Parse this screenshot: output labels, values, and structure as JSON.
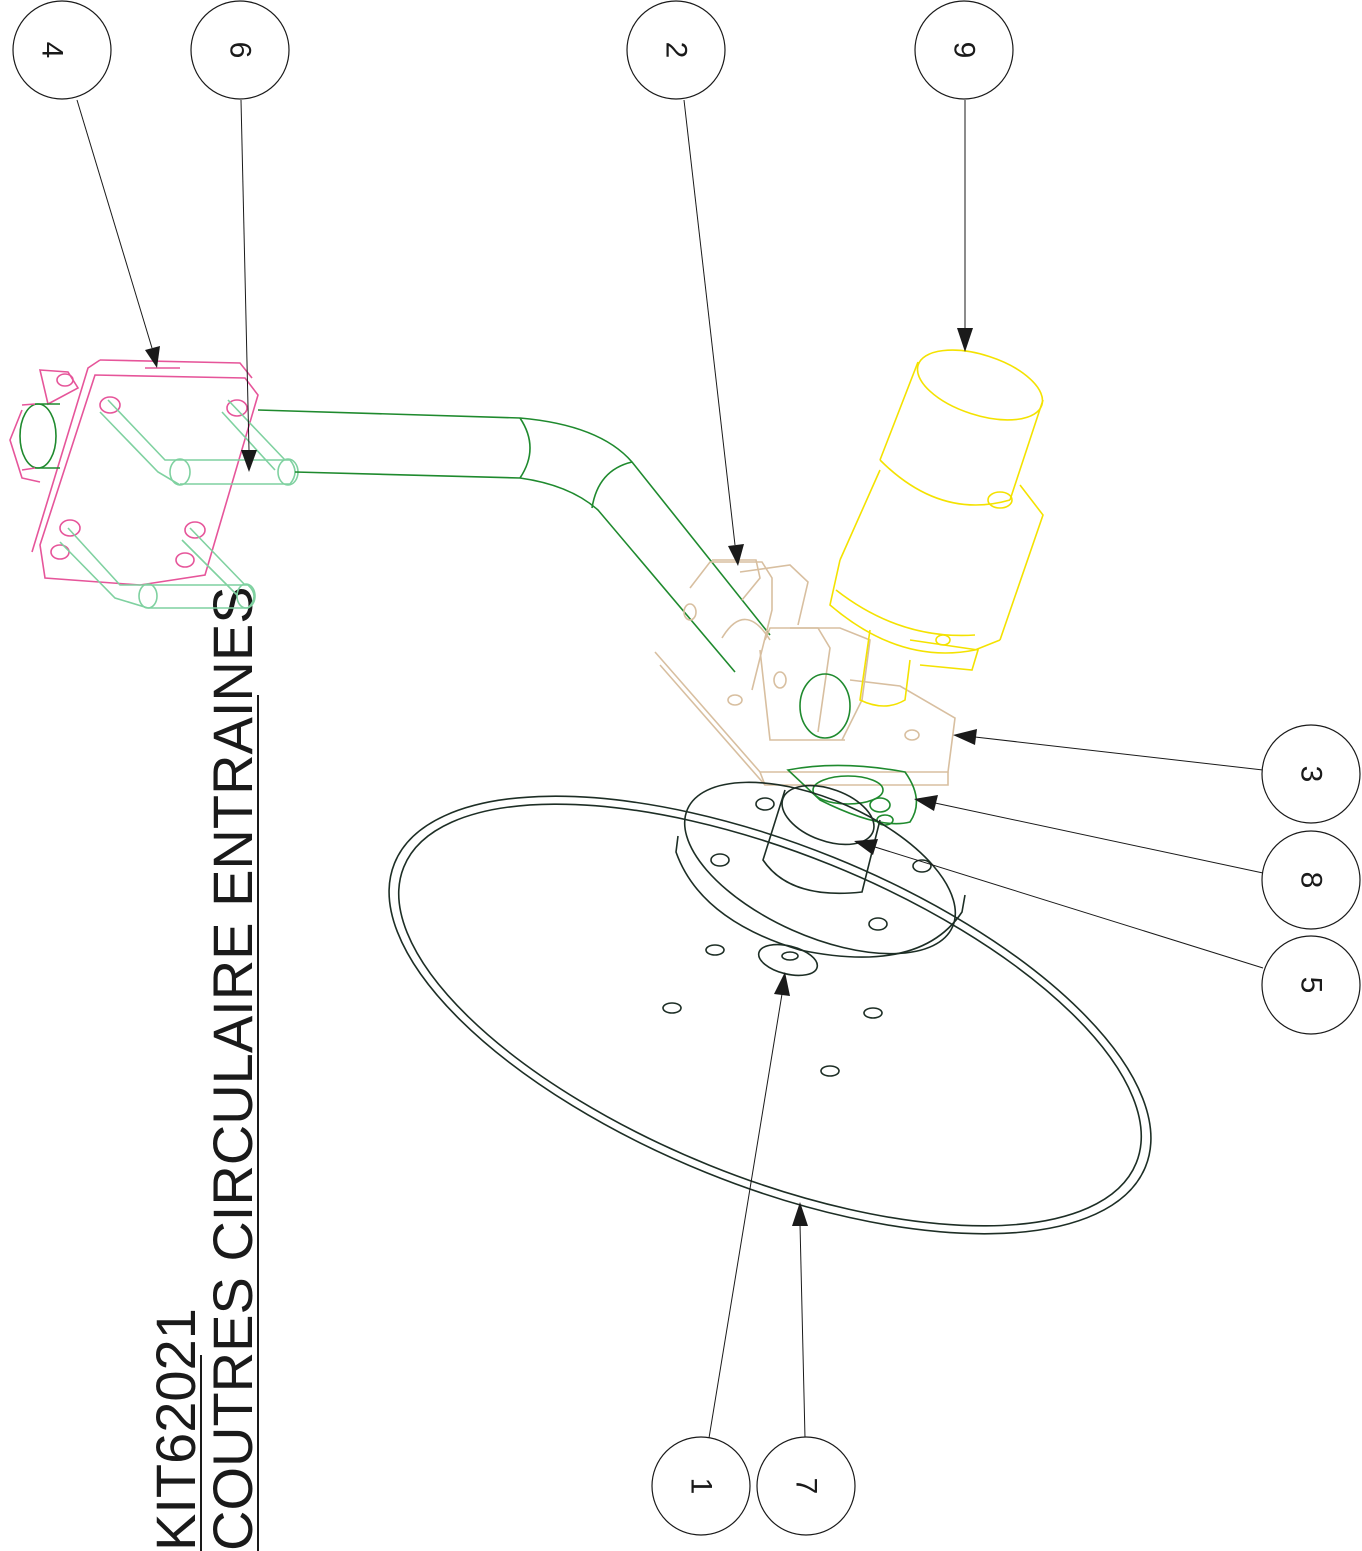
{
  "title": {
    "code": "KIT62021",
    "name": "COUTRES CIRCULAIRE ENTRAINES"
  },
  "callouts": [
    {
      "id": "1",
      "label": "1"
    },
    {
      "id": "2",
      "label": "2"
    },
    {
      "id": "3",
      "label": "3"
    },
    {
      "id": "4",
      "label": "4"
    },
    {
      "id": "5",
      "label": "5"
    },
    {
      "id": "6",
      "label": "6"
    },
    {
      "id": "7",
      "label": "7"
    },
    {
      "id": "8",
      "label": "8"
    },
    {
      "id": "9",
      "label": "9"
    }
  ],
  "colors": {
    "bracket": "#e6559a",
    "u_bolts": "#7fd1a0",
    "arm": "#1f8a2e",
    "clamp": "#d8bfa0",
    "motor": "#f4e200",
    "disc": "#1d2e25"
  }
}
